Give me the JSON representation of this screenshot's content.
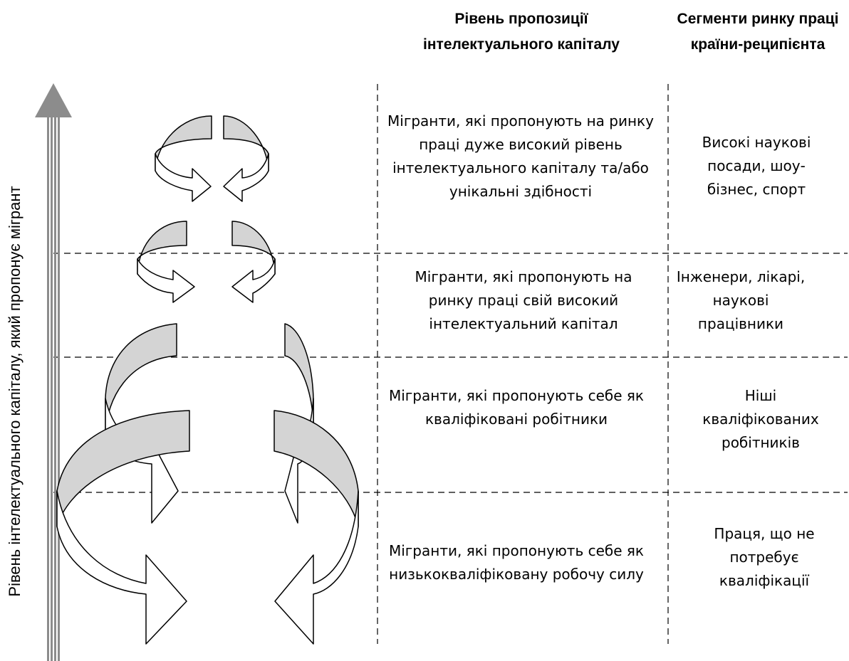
{
  "header": {
    "col_level": "Рівень пропозиції інтелектуального капіталу",
    "col_segments": "Сегменти ринку праці країни-реципієнта"
  },
  "axis": {
    "label": "Рівень інтелектуального капіталу, який пропонує мігрант"
  },
  "rows": [
    {
      "level": "Мігранти, які пропонують на ринку праці дуже високий рівень інтелектуального капіталу та/або унікальні здібності",
      "segment": "Високі наукові посади, шоу-бізнес, спорт"
    },
    {
      "level": "Мігранти, які пропонують на ринку праці свій високий інтелектуальний капітал",
      "segment": "Інженери, лікарі, наукові працівники"
    },
    {
      "level": "Мігранти, які пропонують себе як кваліфіковані робітники",
      "segment": "Ніші кваліфікованих робітників"
    },
    {
      "level": "Мігранти, які пропонують себе як низькокваліфіковану робочу силу",
      "segment": "Праця, що не потребує кваліфікації"
    }
  ],
  "colors": {
    "arrow_fill": "#d4d4d4",
    "axis_arrow": "#8c8c8c",
    "lines": "#000000"
  }
}
